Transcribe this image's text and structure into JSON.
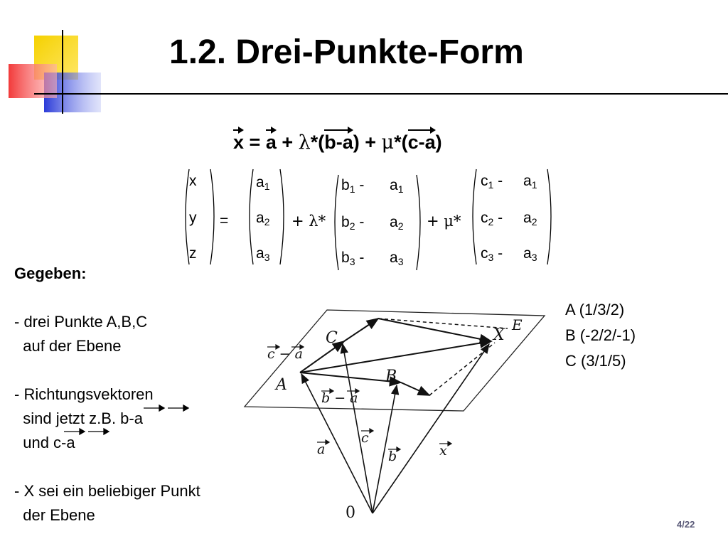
{
  "slide": {
    "title": "1.2. Drei-Punkte-Form",
    "page": "4/22"
  },
  "equation": {
    "x": "x",
    "eq": " = ",
    "a": "a",
    "plus1": " + ",
    "lambda": "λ",
    "star1": "*(",
    "b_minus_a": "b-a",
    "close1": ")",
    "plus2": " + ",
    "mu": "μ",
    "star2": "*(",
    "c_minus_a": "c-a",
    "close2": ")"
  },
  "matrix": {
    "col_x": [
      "x",
      "y",
      "z"
    ],
    "equals": "=",
    "col_a": [
      "a",
      "a",
      "a"
    ],
    "plus_lambda": "+ λ*",
    "col_b": [
      "b",
      "b",
      "b"
    ],
    "minus": "-",
    "col_ba": [
      "a",
      "a",
      "a"
    ],
    "plus_mu": "+ μ*",
    "col_c": [
      "c",
      "c",
      "c"
    ],
    "col_ca": [
      "a",
      "a",
      "a"
    ],
    "subs": [
      "1",
      "2",
      "3"
    ]
  },
  "left_text": {
    "heading": "Gegeben:",
    "item1_line1": "- drei Punkte A,B,C",
    "item1_line2": "  auf der Ebene",
    "item2_line1": "- Richtungsvektoren",
    "item2_line2": "  sind jetzt z.B. b-a",
    "item2_line3": "  und c-a",
    "item3_line1": "- X sei ein beliebiger Punkt",
    "item3_line2": "  der Ebene"
  },
  "points": [
    "A (1/3/2)",
    "B (-2/2/-1)",
    "C (3/1/5)"
  ],
  "figure": {
    "label_A": "A",
    "label_B": "B",
    "label_C": "C",
    "label_X": "X",
    "label_E": "E",
    "label_O": "0",
    "label_c_minus_a": "c − a",
    "label_b_minus_a": "b − a",
    "label_a": "a",
    "label_b": "b",
    "label_c": "c",
    "label_x": "x"
  },
  "colors": {
    "logo_yellow": "#f5d100",
    "logo_red": "#f23a3a",
    "logo_blue": "#2a3ad8",
    "page_number": "#5a5a78"
  },
  "icons": [
    "logo-squares-icon"
  ]
}
